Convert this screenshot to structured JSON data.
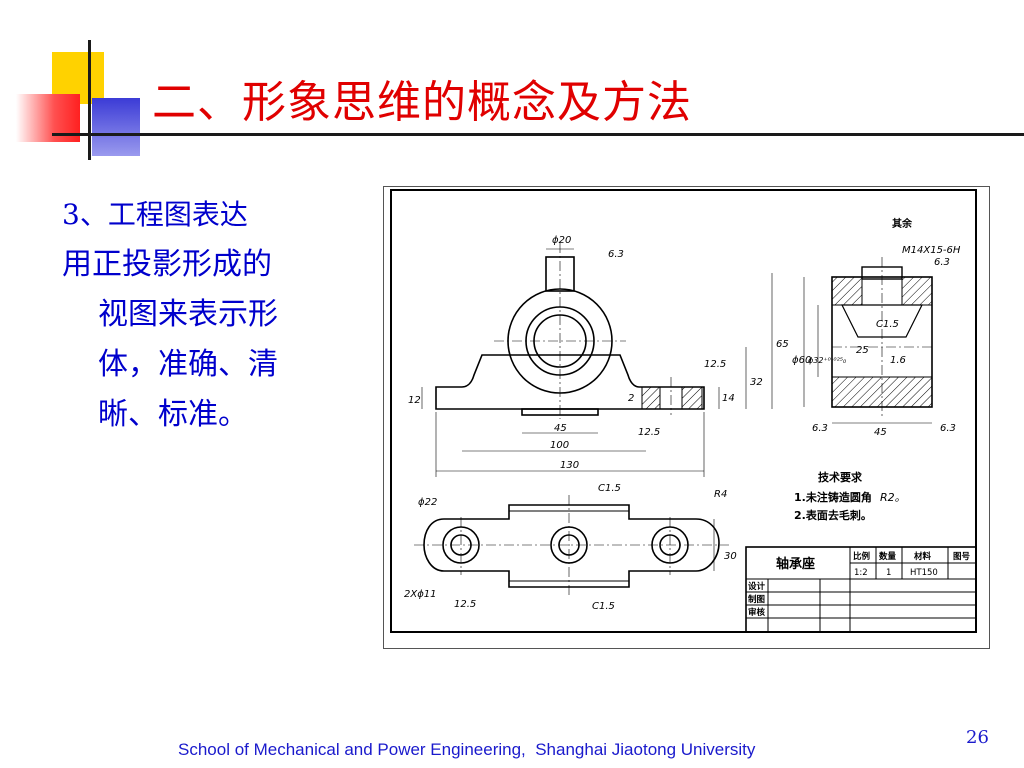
{
  "slide": {
    "title": "二、形象思维的概念及方法",
    "heading": "3、工程图表达",
    "body_lines": [
      "用正投影形成的",
      "视图来表示形",
      "体，准确、清",
      "晰、标准。"
    ],
    "footer": "School of Mechanical and Power Engineering,  Shanghai Jiaotong University",
    "page_number": "26",
    "colors": {
      "title": "#e00000",
      "body": "#0000cc",
      "footer": "#1a1acc",
      "deco_yellow": "#ffd200",
      "deco_blue": "#3b3bd6",
      "deco_red": "#ff3030"
    }
  },
  "drawing": {
    "dims": {
      "d20": "ϕ20",
      "r63": "6.3",
      "r125a": "12.5",
      "r125b": "12.5",
      "r125c": "12.5",
      "d65": "65",
      "d32": "32",
      "d14": "14",
      "d2": "2",
      "d12": "12",
      "d45": "45",
      "d100": "100",
      "d130": "130",
      "d22": "ϕ22",
      "c15a": "C1.5",
      "c15b": "C1.5",
      "c15c": "C1.5",
      "r4": "R4",
      "d30": "30",
      "holes": "2Xϕ11",
      "rest": "其余",
      "thread": "M14X15-6H",
      "r63b": "6.3",
      "r63c": "6.3",
      "r63d": "6.3",
      "d60": "ϕ60",
      "d32tol": "ϕ32⁺⁰·⁰²⁵₀",
      "r25": "25",
      "r16": "1.6",
      "d45b": "45"
    },
    "notes": {
      "heading": "技术要求",
      "line1": "1.未注铸造圆角",
      "line1_value": "R2。",
      "line2": "2.表面去毛刺。"
    },
    "title_block": {
      "part_name": "轴承座",
      "col_scale": "比例",
      "col_qty": "数量",
      "col_mat": "材料",
      "col_no": "图号",
      "scale": "1:2",
      "qty": "1",
      "material": "HT150",
      "design": "设计",
      "draw": "制图",
      "review": "审核"
    }
  }
}
